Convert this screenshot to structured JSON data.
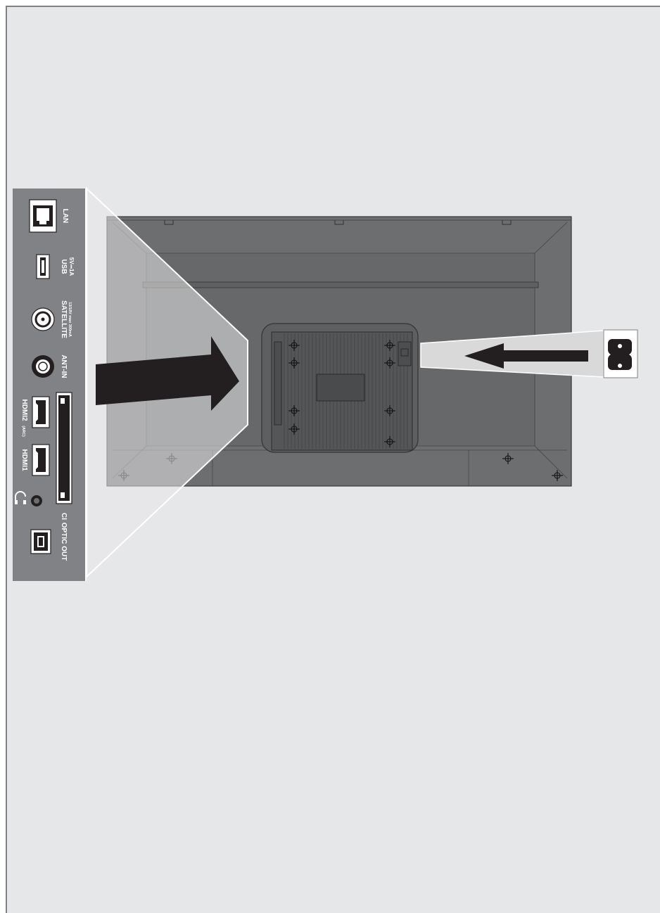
{
  "panel": {
    "ports": {
      "lan": "LAN",
      "usb": "USB",
      "usb_rating": "5V⎓1A",
      "satellite": "SATELLITE",
      "satellite_rating": "13/18V max 300mA",
      "ant_in": "ANT-IN",
      "hdmi2": "HDMI2",
      "hdmi2_note": "(ARC)",
      "hdmi1": "HDMI1",
      "ci": "CI",
      "optic_out": "OPTIC OUT"
    },
    "icons": [
      "lan-port-icon",
      "usb-port-icon",
      "satellite-port-icon",
      "antenna-port-icon",
      "hdmi-port-icon",
      "hdmi-port-icon",
      "ci-slot-icon",
      "headphone-jack-icon",
      "headphone-icon",
      "optical-port-icon"
    ]
  },
  "colors": {
    "background": "#e6e7e8",
    "panel": "#808285",
    "tv_back": "#6d6e70",
    "arrow": "#231f20",
    "line": "#000000"
  }
}
